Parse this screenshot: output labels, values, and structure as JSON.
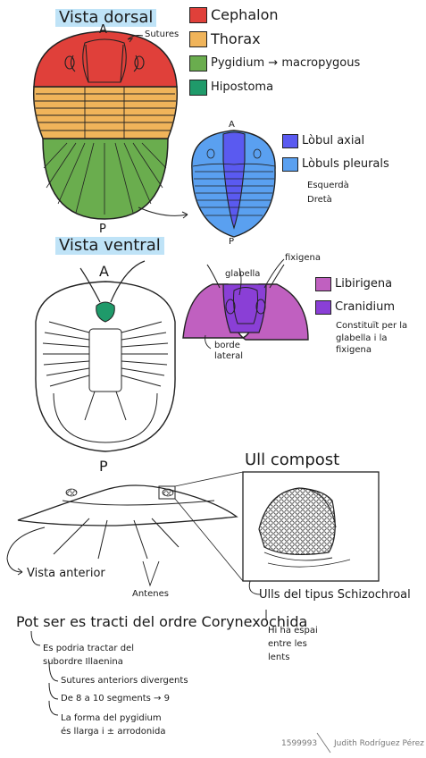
{
  "titles": {
    "dorsal": "Vista dorsal",
    "ventral": "Vista ventral",
    "eye": "Ull compost"
  },
  "labels": {
    "a_top": "A",
    "p_top": "P",
    "a_small": "A",
    "p_small": "P",
    "a_ventral": "A",
    "p_ventral": "P",
    "sutures": "Sutures",
    "glabella": "glabella",
    "fixigena": "fixigena",
    "borde_lateral": "borde\nlateral",
    "vista_anterior": "Vista anterior",
    "antenes": "Antenes"
  },
  "legend_main": [
    {
      "color": "#e0403a",
      "text": "Cephalon"
    },
    {
      "color": "#f0b45a",
      "text": "Thorax"
    },
    {
      "color": "#6aad4e",
      "text": "Pygidium → macropygous"
    },
    {
      "color": "#1f9a6a",
      "text": "Hipostoma"
    }
  ],
  "legend_lobes": [
    {
      "color": "#5a5af0",
      "text": "Lòbul axial"
    },
    {
      "color": "#5aa0f0",
      "text": "Lòbuls pleurals"
    }
  ],
  "lobe_notes": [
    "Esquerdà",
    "Dretà"
  ],
  "legend_head": [
    {
      "color": "#c060c0",
      "text": "Libirigena"
    },
    {
      "color": "#8a3fd6",
      "text": "Cranidium"
    }
  ],
  "cranidium_note": "Constituït per la glabella i la fixigena",
  "eye_notes": {
    "type": "Ulls del tipus Schizochroal",
    "space": "Hi ha espai entre les lents"
  },
  "conclusion": {
    "heading": "Pot ser es tracti del ordre Corynexochida",
    "sub": "Es podria tractar del subordre Illaenina",
    "points": [
      "Sutures anteriors divergents",
      "De 8 a 10 segments → 9",
      "La forma del pygidium és llarga i ± arrodonida"
    ]
  },
  "signature": {
    "id": "1599993",
    "name": "Judith Rodríguez Pérez"
  }
}
